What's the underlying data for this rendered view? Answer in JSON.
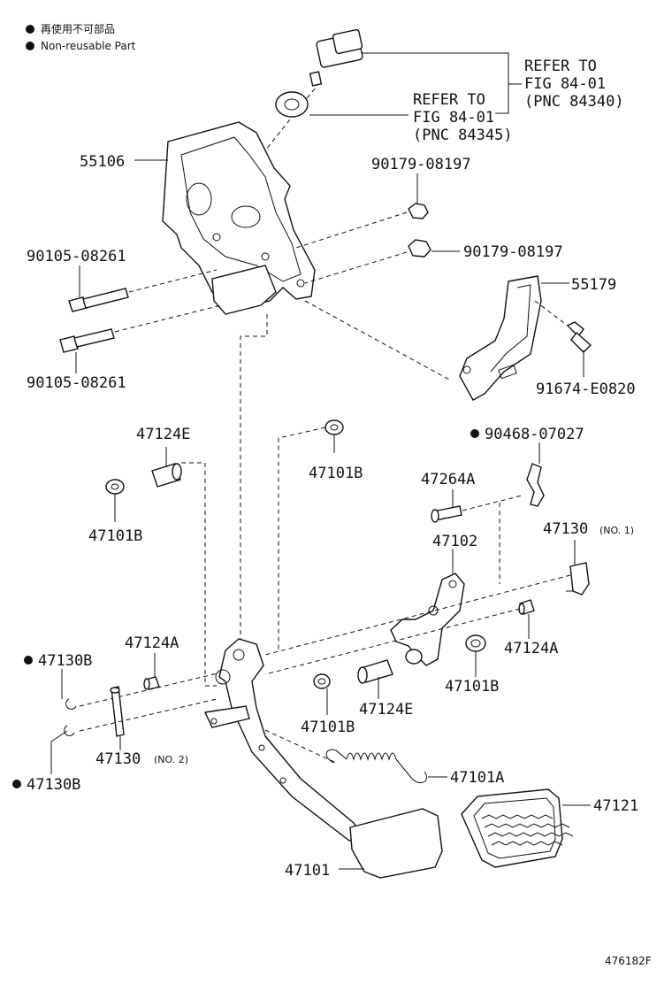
{
  "legend": {
    "japanese": "再使用不可部品",
    "english": "Non-reusable Part"
  },
  "refs": {
    "upper": [
      "REFER TO",
      "FIG 84-01",
      "(PNC 84340)"
    ],
    "lower": [
      "REFER TO",
      "FIG 84-01",
      "(PNC 84345)"
    ]
  },
  "parts": {
    "p55106": "55106",
    "p90179a": "90179-08197",
    "p90179b": "90179-08197",
    "p90105a": "90105-08261",
    "p90105b": "90105-08261",
    "p55179": "55179",
    "p91674": "91674-E0820",
    "p47124e_top": "47124E",
    "p47101b_top": "47101B",
    "p47101b_left": "47101B",
    "p90468": "90468-07027",
    "p47264a": "47264A",
    "p47102": "47102",
    "p47130_no1": "47130",
    "p47130_no1_note": "(NO. 1)",
    "p47124a_right": "47124A",
    "p47101b_right": "47101B",
    "p47124a_left": "47124A",
    "p47130b_top": "47130B",
    "p47124e_mid": "47124E",
    "p47101b_mid": "47101B",
    "p47130_no2": "47130",
    "p47130_no2_note": "(NO. 2)",
    "p47130b_bot": "47130B",
    "p47101a": "47101A",
    "p47121": "47121",
    "p47101": "47101"
  },
  "figure_id": "476182F"
}
